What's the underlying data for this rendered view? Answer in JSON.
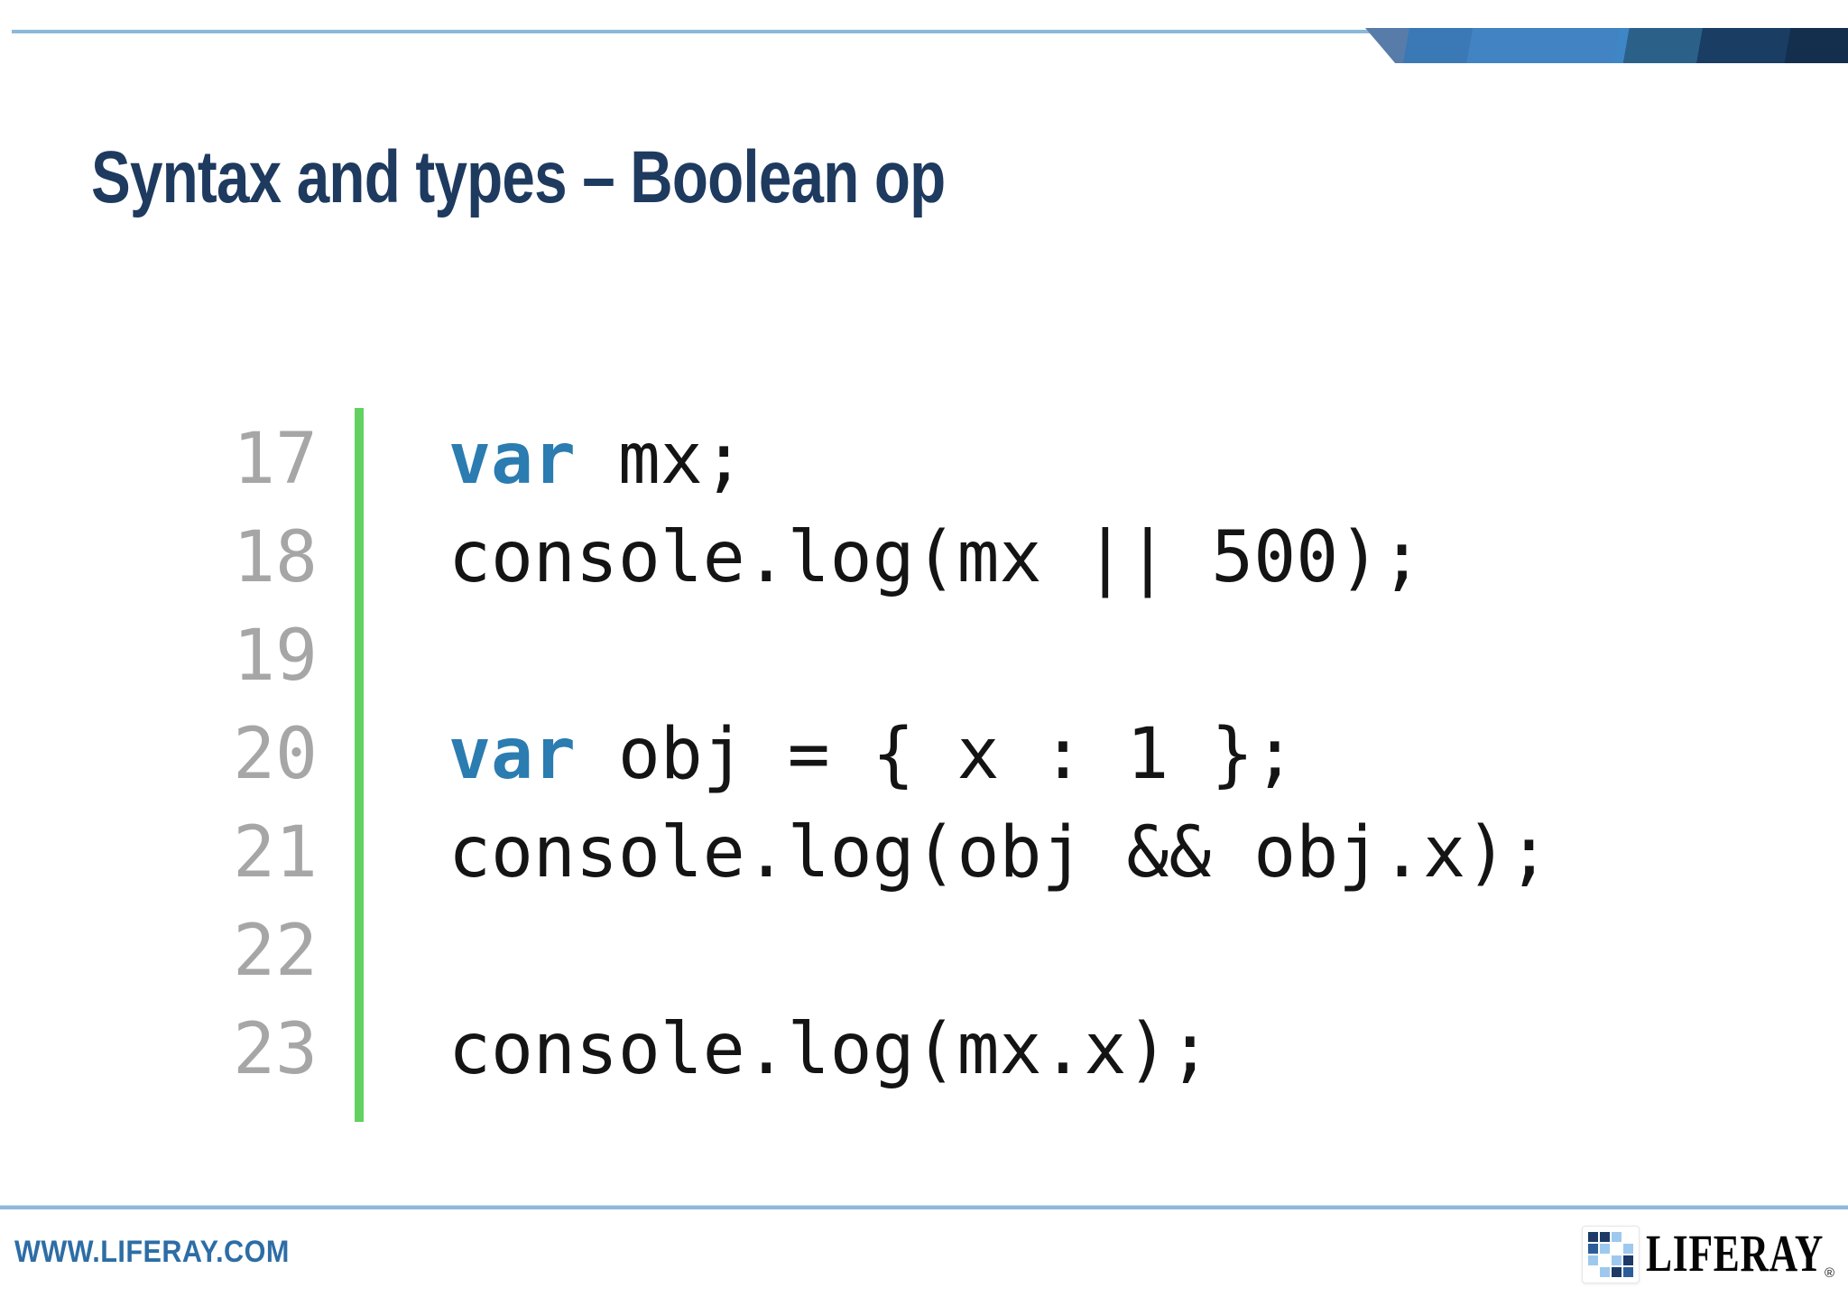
{
  "slide": {
    "title": "Syntax and types – Boolean op"
  },
  "code": {
    "lines": [
      {
        "number": "17",
        "segments": [
          {
            "type": "keyword",
            "text": "var"
          },
          {
            "type": "plain",
            "text": " mx;"
          }
        ]
      },
      {
        "number": "18",
        "segments": [
          {
            "type": "plain",
            "text": "console.log(mx || 500);"
          }
        ]
      },
      {
        "number": "19",
        "segments": []
      },
      {
        "number": "20",
        "segments": [
          {
            "type": "keyword",
            "text": "var"
          },
          {
            "type": "plain",
            "text": " obj = { x : 1 };"
          }
        ]
      },
      {
        "number": "21",
        "segments": [
          {
            "type": "plain",
            "text": "console.log(obj && obj.x);"
          }
        ]
      },
      {
        "number": "22",
        "segments": []
      },
      {
        "number": "23",
        "segments": [
          {
            "type": "plain",
            "text": "console.log(mx.x);"
          }
        ]
      }
    ]
  },
  "footer": {
    "url": "WWW.LIFERAY.COM",
    "brand": "LIFERAY",
    "registered": "®"
  },
  "logo": {
    "grid": [
      [
        "navy",
        "navy",
        "light",
        null
      ],
      [
        "mid",
        "light",
        null,
        "light"
      ],
      [
        "light",
        null,
        "light",
        "navy"
      ],
      [
        null,
        "light",
        "navy",
        "mid"
      ]
    ]
  },
  "colors": {
    "theme": {
      "title": "#1e3a5f",
      "keyword": "#2b7cb0",
      "code": "#141414",
      "lineno": "#a6a6a6",
      "green": "#62d162",
      "hairline": "#8cb8d9",
      "footerline": "#8eb8da",
      "footerurl": "#2d6da6",
      "b-slate": "#587ca9",
      "b-blue": "#3a79b6",
      "b-light": "#4283c3",
      "b-bright": "#3f86c7",
      "b-steel": "#2b6189",
      "b-navy": "#1a3d63",
      "b-dark": "#142f4e"
    },
    "logo": {
      "navy": "#1e3a66",
      "mid": "#2d5d99",
      "light": "#9ec9ee"
    }
  }
}
